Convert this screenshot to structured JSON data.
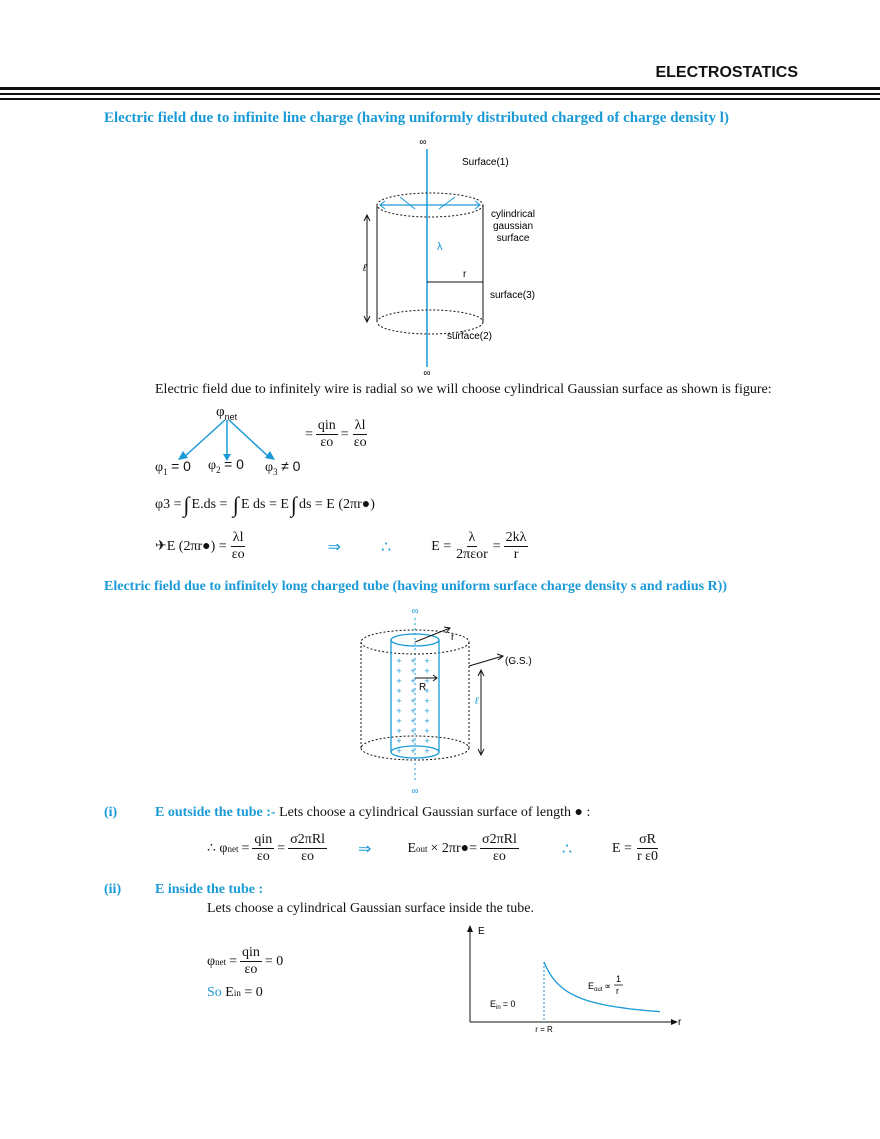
{
  "header": {
    "title": "ELECTROSTATICS"
  },
  "section1": {
    "heading": "Electric field due to infinite line charge (having uniformly distributed charged of charge density l)",
    "figure": {
      "inf_top": "∞",
      "inf_bottom": "∞",
      "surface1": "Surface(1)",
      "gauss1": "cylindrical",
      "gauss2": "gaussian",
      "gauss3": "surface",
      "lambda": "λ",
      "r": "r",
      "surface3": "surface(3)",
      "surface2": "surface(2)",
      "ell": "ℓ"
    },
    "text": "Electric field due to infinitely wire is radial so we will choose cylindrical Gaussian surface as shown is figure:",
    "phi_net": "φ",
    "phi_net_sub": "net",
    "phi1": "φ",
    "phi1_sub": "1",
    "phi1_val": "= 0",
    "phi2": "φ",
    "phi2_sub": "2",
    "phi2_val": "= 0",
    "phi3": "φ",
    "phi3_sub": "3",
    "phi3_val": "≠ 0",
    "eq_a_lhs": "=",
    "eq_a_num": "qin",
    "eq_a_den": "εo",
    "eq_a_mid": "=",
    "eq_a_num2": "λl",
    "eq_a_den2": "εo",
    "eq_b_lhs": "φ3 =",
    "eq_b_1": "∫",
    "eq_b_2": "E.ds",
    "eq_b_3": "=",
    "eq_b_4": "∫",
    "eq_b_5": "E ds",
    "eq_b_6": "=",
    "eq_b_7": "E",
    "eq_b_8": "∫",
    "eq_b_9": "ds",
    "eq_b_10": "= E (2πr●)",
    "eq_c_lhs": "✈E (2πr●) =",
    "eq_c_num": "λl",
    "eq_c_den": "εo",
    "eq_c_implies": "⇒",
    "eq_c_therefore": "∴",
    "eq_c_E": "E =",
    "eq_c_num2": "λ",
    "eq_c_den2": "2πεor",
    "eq_c_eq": "=",
    "eq_c_num3": "2kλ",
    "eq_c_den3": "r"
  },
  "section2": {
    "heading": "Electric field due to infinitely long charged tube (having uniform surface charge density s and radius R))",
    "figure": {
      "inf_top": "∞",
      "inf_bottom": "∞",
      "r": "r",
      "R": "R",
      "gs": "(G.S.)",
      "ell": "ℓ",
      "plus": "+"
    },
    "part1_label": "(i)",
    "part1_title": "E outside the tube :-",
    "part1_text": " Lets choose a cylindrical Gaussian surface of length ● :",
    "eq_d_lhs": "∴ φ",
    "eq_d_sub": "net",
    "eq_d_eq": "=",
    "eq_d_num": "qin",
    "eq_d_den": "εo",
    "eq_d_eq2": "=",
    "eq_d_num2": "σ2πRl",
    "eq_d_den2": "εo",
    "eq_d_implies": "⇒",
    "eq_d_E": "E",
    "eq_d_Esub": "out",
    "eq_d_mid": "× 2πr●=",
    "eq_d_num3": "σ2πRl",
    "eq_d_den3": "εo",
    "eq_d_therefore": "∴",
    "eq_d_E2": "E =",
    "eq_d_num4": "σR",
    "eq_d_den4": "r ε0",
    "part2_label": "(ii)",
    "part2_title": "E inside the tube :",
    "part2_text": "Lets choose a cylindrical Gaussian surface inside the tube.",
    "eq_e_lhs": "φ",
    "eq_e_sub": "net",
    "eq_e_eq": "=",
    "eq_e_num": "qin",
    "eq_e_den": "εo",
    "eq_e_rhs": "= 0",
    "so_word": "So",
    "so_E": "E",
    "so_sub": "in",
    "so_rhs": "= 0",
    "graph": {
      "y_label": "E",
      "x_label": "r",
      "ein": "E",
      "ein_sub": "in",
      "ein_val": "= 0",
      "eout": "E",
      "eout_sub": "out",
      "prop": "∝",
      "one": "1",
      "r_den": "r",
      "rR": "r = R"
    }
  }
}
